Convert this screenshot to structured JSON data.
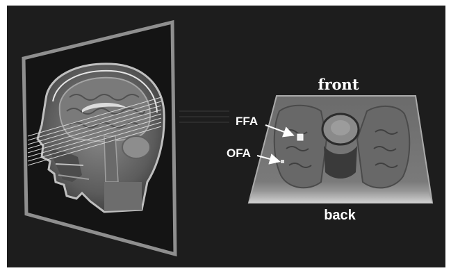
{
  "labels": {
    "front": "front",
    "back": "back",
    "ffa": "FFA",
    "ofa": "OFA"
  },
  "colors": {
    "background": "#1d1d1d",
    "frame": "#8f8f8f",
    "slab_edge": "#aaaaaa",
    "arrow": "#ffffff",
    "slice_lines": "#d8d8d8",
    "roi": "#f2f2f2"
  }
}
